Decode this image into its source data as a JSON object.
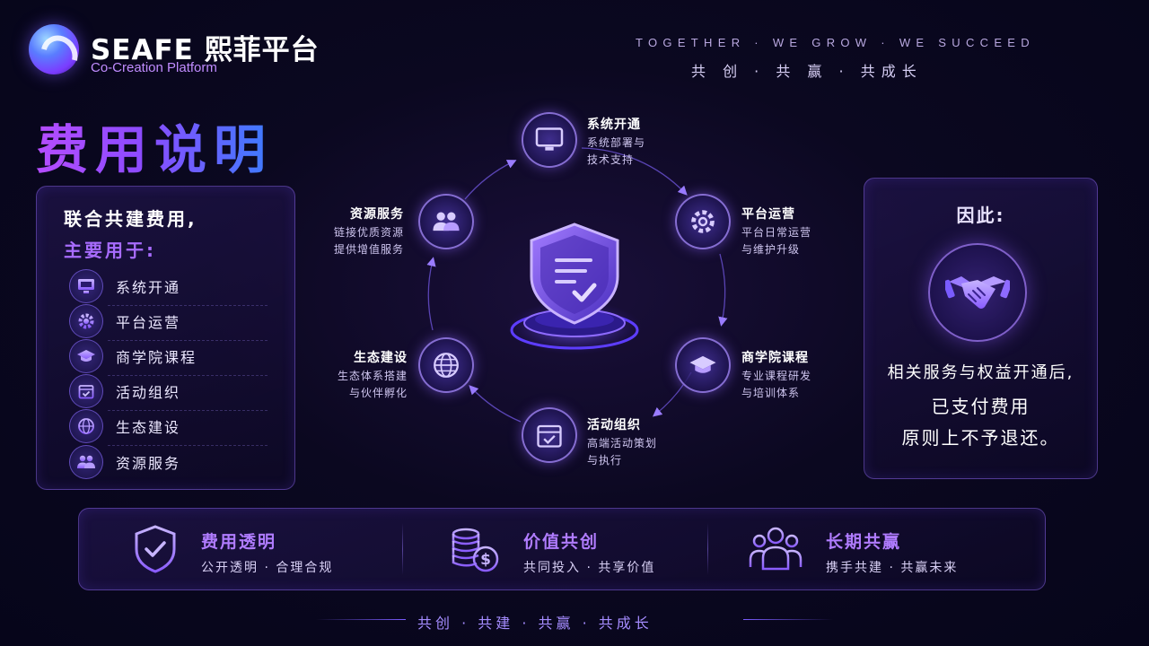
{
  "header": {
    "brand": "SEAFE 熙菲平台",
    "brand_sub": "Co-Creation Platform",
    "tagline_en": "TOGETHER · WE GROW · WE SUCCEED",
    "tagline_cn": "共 创 · 共 赢 · 共成长"
  },
  "page_title": "费用说明",
  "left_panel": {
    "title_line1": "联合共建费用,",
    "title_line2": "主要用于:",
    "items": [
      {
        "label": "系统开通",
        "icon": "monitor-icon"
      },
      {
        "label": "平台运营",
        "icon": "gear-icon"
      },
      {
        "label": "商学院课程",
        "icon": "graduation-cap-icon"
      },
      {
        "label": "活动组织",
        "icon": "calendar-check-icon"
      },
      {
        "label": "生态建设",
        "icon": "globe-icon"
      },
      {
        "label": "资源服务",
        "icon": "users-icon"
      }
    ]
  },
  "ring": {
    "nodes": [
      {
        "title": "系统开通",
        "desc1": "系统部署与",
        "desc2": "技术支持",
        "icon": "monitor-icon"
      },
      {
        "title": "平台运营",
        "desc1": "平台日常运营",
        "desc2": "与维护升级",
        "icon": "gear-icon"
      },
      {
        "title": "商学院课程",
        "desc1": "专业课程研发",
        "desc2": "与培训体系",
        "icon": "graduation-cap-icon"
      },
      {
        "title": "活动组织",
        "desc1": "高端活动策划",
        "desc2": "与执行",
        "icon": "calendar-check-icon"
      },
      {
        "title": "生态建设",
        "desc1": "生态体系搭建",
        "desc2": "与伙伴孵化",
        "icon": "globe-icon"
      },
      {
        "title": "资源服务",
        "desc1": "链接优质资源",
        "desc2": "提供增值服务",
        "icon": "users-icon"
      }
    ],
    "center_icon": "shield-check-icon"
  },
  "right_panel": {
    "title": "因此:",
    "icon": "handshake-icon",
    "line1": "相关服务与权益开通后,",
    "line2": "已支付费用",
    "line3": "原则上不予退还。"
  },
  "bottom": {
    "items": [
      {
        "title": "费用透明",
        "sub": "公开透明 · 合理合规",
        "icon": "shield-check-icon"
      },
      {
        "title": "价值共创",
        "sub": "共同投入 · 共享价值",
        "icon": "coins-icon"
      },
      {
        "title": "长期共赢",
        "sub": "携手共建 · 共赢未来",
        "icon": "group-icon"
      }
    ]
  },
  "footer": "共创 · 共建 · 共赢 · 共成长",
  "colors": {
    "accent": "#a86cff",
    "blue": "#3c7cff",
    "background": "#0b0820"
  }
}
